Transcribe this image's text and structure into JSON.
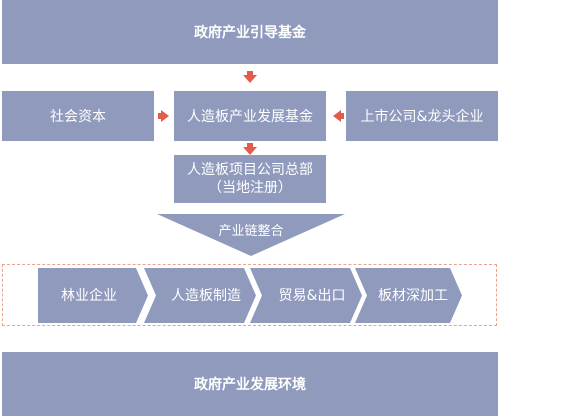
{
  "top": {
    "title": "政府产业引导基金"
  },
  "row2": {
    "left": "社会资本",
    "center": "人造板产业发展基金",
    "right": "上市公司&龙头企业"
  },
  "hq": {
    "line1": "人造板项目公司总部",
    "line2": "（当地注册）"
  },
  "funnel": {
    "label": "产业链整合"
  },
  "chain": {
    "steps": [
      "林业企业",
      "人造板制造",
      "贸易&出口",
      "板材深加工"
    ]
  },
  "bottom": {
    "title": "政府产业发展环境"
  },
  "colors": {
    "box": "#8f9abc",
    "arrow": "#e35b4a",
    "dash": "#e8a48e"
  }
}
